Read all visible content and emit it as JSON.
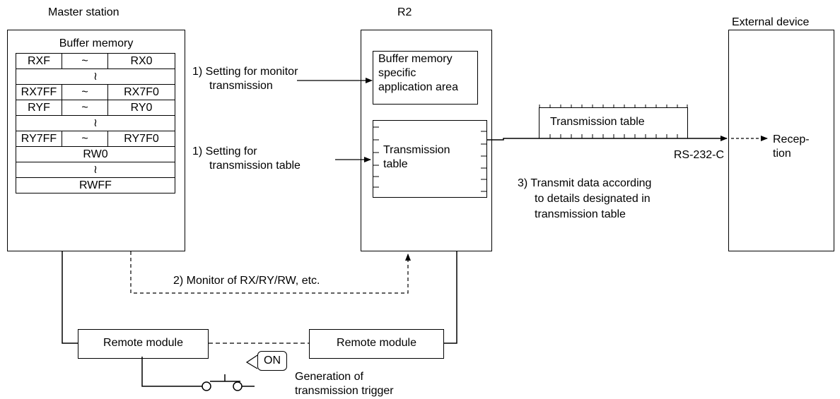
{
  "master_station": {
    "title": "Master station",
    "buffer_memory_label": "Buffer memory",
    "rows": [
      {
        "left": "RXF",
        "mid": "~",
        "right": "RX0"
      },
      {
        "full": "≀"
      },
      {
        "left": "RX7FF",
        "mid": "~",
        "right": "RX7F0"
      },
      {
        "left": "RYF",
        "mid": "~",
        "right": "RY0"
      },
      {
        "full": "≀"
      },
      {
        "left": "RY7FF",
        "mid": "~",
        "right": "RY7F0"
      },
      {
        "full": "RW0"
      },
      {
        "full": "≀"
      },
      {
        "full": "RWFF"
      }
    ]
  },
  "r2": {
    "title": "R2",
    "specific_area_label": "Buffer memory specific application area",
    "specific_area_lines": [
      "Buffer memory",
      "specific",
      "application area"
    ],
    "table_lines": [
      "Transmission",
      "table"
    ]
  },
  "external_device": {
    "title": "External device",
    "reception_lines": [
      "Recep-",
      "tion"
    ]
  },
  "annotations": {
    "setting_monitor_lines": [
      "1) Setting for monitor",
      "transmission"
    ],
    "setting_table_lines": [
      "1) Setting for",
      "transmission table"
    ],
    "monitor": "2) Monitor of RX/RY/RW, etc.",
    "transmit_lines": [
      "3) Transmit data according",
      "to details designated in",
      "transmission table"
    ],
    "transmission_table": "Transmission table",
    "rs232c": "RS-232-C"
  },
  "remote_modules": {
    "left": "Remote module",
    "right": "Remote module"
  },
  "switch": {
    "on_label": "ON",
    "trigger_lines": [
      "Generation of",
      "transmission trigger"
    ]
  }
}
